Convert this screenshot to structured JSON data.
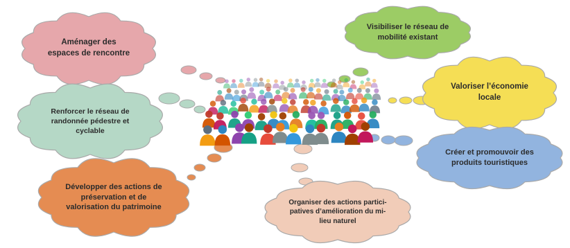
{
  "clouds": [
    {
      "id": "amenager",
      "lines": [
        "Aménager des",
        "espaces de rencontre"
      ],
      "fill": "#e6a7ab",
      "stroke": "#a9a9a9"
    },
    {
      "id": "visibiliser",
      "lines": [
        "Visibiliser le réseau de",
        "mobilité existant"
      ],
      "fill": "#9ccc65",
      "stroke": "#a9a9a9"
    },
    {
      "id": "renforcer",
      "lines": [
        "Renforcer le réseau de",
        "randonnée pédestre et",
        "cyclable"
      ],
      "fill": "#b5d8c6",
      "stroke": "#a9a9a9"
    },
    {
      "id": "valoriser",
      "lines": [
        "Valoriser l’économie",
        "locale"
      ],
      "fill": "#f5de55",
      "stroke": "#a9a9a9"
    },
    {
      "id": "creer",
      "lines": [
        "Créer et promouvoir des",
        "produits touristiques"
      ],
      "fill": "#92b4df",
      "stroke": "#a9a9a9"
    },
    {
      "id": "developper",
      "lines": [
        "Développer des actions de",
        "préservation et de",
        "valorisation du patrimoine"
      ],
      "fill": "#e58c52",
      "stroke": "#a9a9a9"
    },
    {
      "id": "organiser",
      "lines": [
        "Organiser des actions partici-",
        "patives d’amélioration du mi-",
        "lieu naturel"
      ],
      "fill": "#f1ccb8",
      "stroke": "#a9a9a9"
    }
  ],
  "crowd_icon": "crowd-of-people-icon"
}
